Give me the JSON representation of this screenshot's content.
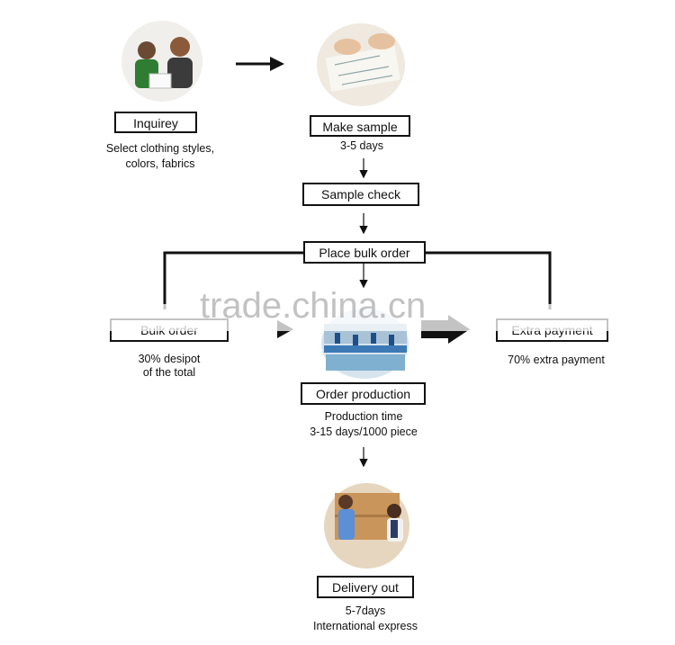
{
  "steps": {
    "inquiry": {
      "label": "Inquirey",
      "caption_line1": "Select clothing styles,",
      "caption_line2": "colors, fabrics"
    },
    "make_sample": {
      "label": "Make sample",
      "caption": "3-5 days"
    },
    "sample_check": {
      "label": "Sample check"
    },
    "place_order": {
      "label": "Place  bulk order"
    },
    "bulk_order": {
      "label": "Bulk order",
      "caption_line1": "30% desipot",
      "caption_line2": "of the total"
    },
    "order_production": {
      "label": "Order production",
      "caption_line1": "Production time",
      "caption_line2": "3-15 days/1000 piece"
    },
    "extra_payment": {
      "label": "Extra payment",
      "caption": "70% extra payment"
    },
    "delivery": {
      "label": "Delivery out",
      "caption_line1": "5-7days",
      "caption_line2": "International express"
    }
  },
  "watermark": "trade.china.cn"
}
